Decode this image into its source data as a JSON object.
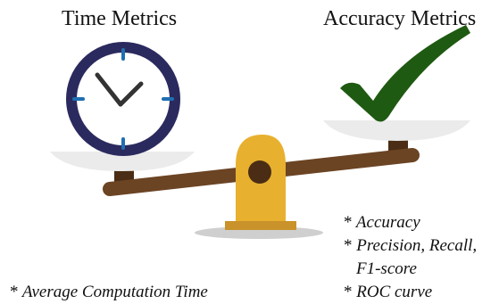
{
  "titles": {
    "left": "Time Metrics",
    "right": "Accuracy Metrics"
  },
  "icons": {
    "left_pan": "clock-icon",
    "right_pan": "checkmark-icon",
    "center": "seesaw-balance"
  },
  "colors": {
    "clock_ring": "#2b2a5e",
    "clock_ticks": "#1f6fb2",
    "clock_hands": "#333333",
    "checkmark": "#1f5a12",
    "beam": "#6b4424",
    "fulcrum": "#e8b02f",
    "fulcrum_hole": "#4a2d14",
    "pan": "#ebebeb",
    "shadow": "#cfcfcf"
  },
  "accuracy_list": {
    "bullet": "*",
    "item1": "Accuracy",
    "item2_line1": "Precision, Recall,",
    "item2_line2": "F1-score",
    "item3": "ROC curve"
  },
  "time_list": {
    "bullet": "*",
    "item1": "Average Computation Time"
  }
}
